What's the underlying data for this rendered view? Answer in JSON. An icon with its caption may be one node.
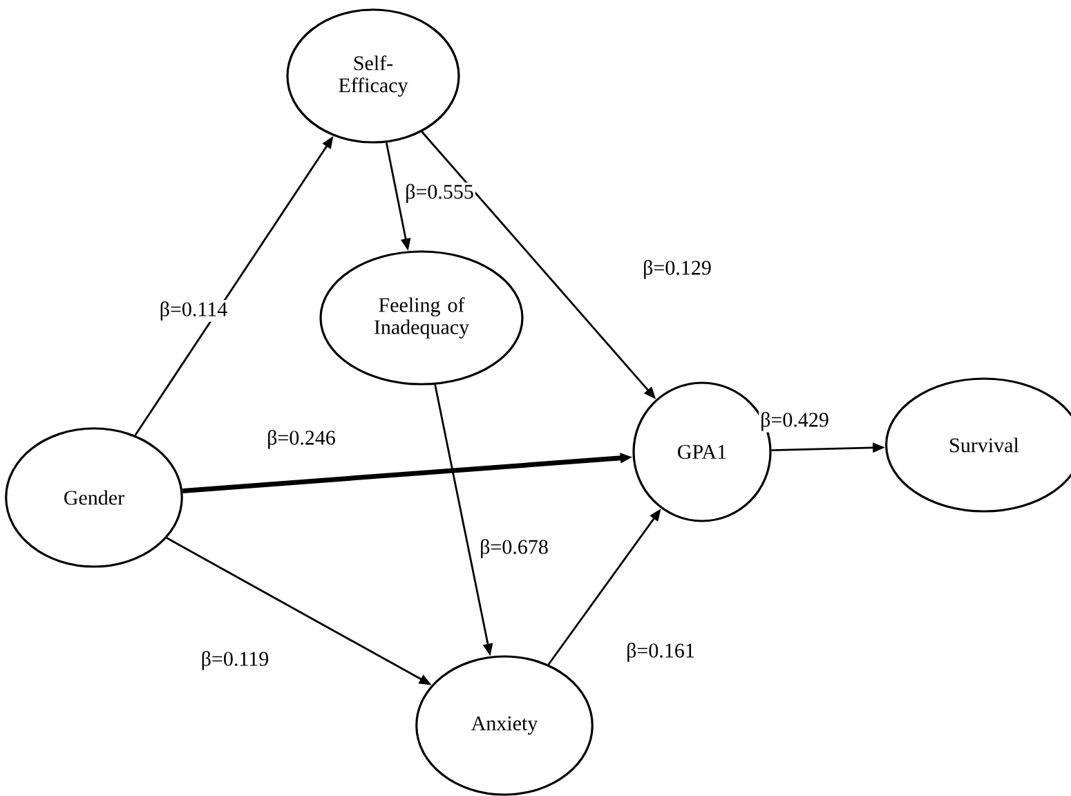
{
  "diagram": {
    "nodes": [
      {
        "text": [
          "Self- Efficacy"
        ]
      },
      {
        "text": [
          "Feeling of Inadequacy"
        ]
      },
      {
        "text": [
          "Gender"
        ]
      },
      {
        "text": [
          "GPA1"
        ]
      },
      {
        "text": [
          "Survival"
        ]
      },
      {
        "text": [
          "Anxiety"
        ]
      }
    ],
    "edges": [
      {
        "from": 2,
        "to": 0,
        "arrow": "to",
        "label": "β=0.114"
      },
      {
        "from": 0,
        "to": 1,
        "arrow": "to",
        "label": "β=0.555"
      },
      {
        "from": 0,
        "to": 3,
        "arrow": "to",
        "label": "β=0.129"
      },
      {
        "from": 2,
        "to": 3,
        "arrow": "to",
        "label": "β=0.246",
        "style": "thick"
      },
      {
        "from": 1,
        "to": 5,
        "arrow": "to",
        "label": "β=0.678"
      },
      {
        "from": 2,
        "to": 5,
        "arrow": "to",
        "label": "β=0.119"
      },
      {
        "from": 5,
        "to": 3,
        "arrow": "to",
        "label": "β=0.161"
      },
      {
        "from": 3,
        "to": 4,
        "arrow": "to",
        "label": "β=0.429"
      }
    ]
  }
}
